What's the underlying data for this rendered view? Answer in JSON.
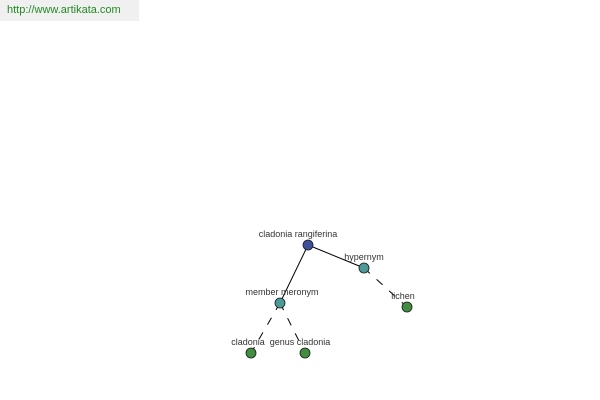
{
  "header": {
    "link_text": "http://www.artikata.com"
  },
  "graph": {
    "colors": {
      "root": "#3c4f9e",
      "relation": "#4a9a9a",
      "leaf": "#3f8f3f",
      "edge": "#000000"
    },
    "nodes": {
      "root": "cladonia rangiferina",
      "hypernym": "hypernym",
      "lichen": "lichen",
      "member_meronym": "member meronym",
      "cladonia": "cladonia",
      "genus_cladonia": "genus cladonia"
    },
    "edges": [
      {
        "from": "root",
        "to": "hypernym",
        "style": "solid"
      },
      {
        "from": "root",
        "to": "member_meronym",
        "style": "solid"
      },
      {
        "from": "hypernym",
        "to": "lichen",
        "style": "dashed"
      },
      {
        "from": "member_meronym",
        "to": "cladonia",
        "style": "dashed"
      },
      {
        "from": "member_meronym",
        "to": "genus_cladonia",
        "style": "dashed"
      }
    ]
  }
}
